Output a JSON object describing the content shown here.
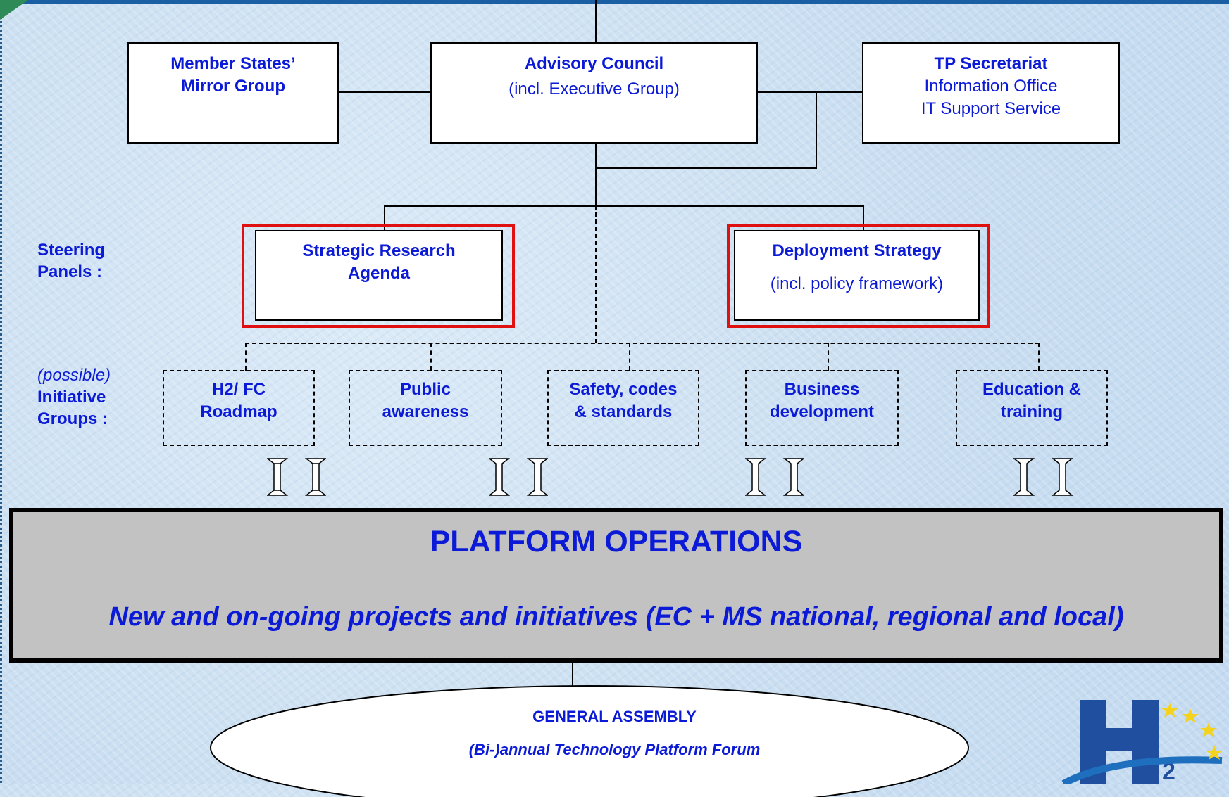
{
  "colors": {
    "text": "#0b1ad6",
    "highlight_frame": "#e01010",
    "platform_fill": "#c2c2c2",
    "background": "#cfe3f3"
  },
  "top_boxes": {
    "mirror_group": {
      "line1": "Member States’",
      "line2": "Mirror Group"
    },
    "advisory_council": {
      "title": "Advisory Council",
      "subtitle": "(incl. Executive Group)"
    },
    "secretariat": {
      "title": "TP Secretariat",
      "line2": "Information Office",
      "line3": "IT Support Service"
    }
  },
  "steering": {
    "label_line1": "Steering",
    "label_line2": "Panels :",
    "strategic_research": {
      "line1": "Strategic Research",
      "line2": "Agenda"
    },
    "deployment": {
      "title": "Deployment Strategy",
      "subtitle": "(incl. policy framework)"
    }
  },
  "initiative": {
    "label_prefix": "(possible)",
    "label_line1": "Initiative",
    "label_line2": "Groups :",
    "groups": [
      {
        "line1": "H2/ FC",
        "line2": "Roadmap"
      },
      {
        "line1": "Public",
        "line2": "awareness"
      },
      {
        "line1": "Safety, codes",
        "line2": "& standards"
      },
      {
        "line1": "Business",
        "line2": "development"
      },
      {
        "line1": "Education &",
        "line2": "training"
      }
    ]
  },
  "platform": {
    "title": "PLATFORM OPERATIONS",
    "subtitle": "New and on-going projects and initiatives (EC + MS national, regional and local)"
  },
  "assembly": {
    "title": "GENERAL ASSEMBLY",
    "subtitle": "(Bi-)annual Technology Platform Forum"
  },
  "logo": {
    "letter": "H",
    "subscript": "2",
    "icon": "h2-logo-icon"
  }
}
